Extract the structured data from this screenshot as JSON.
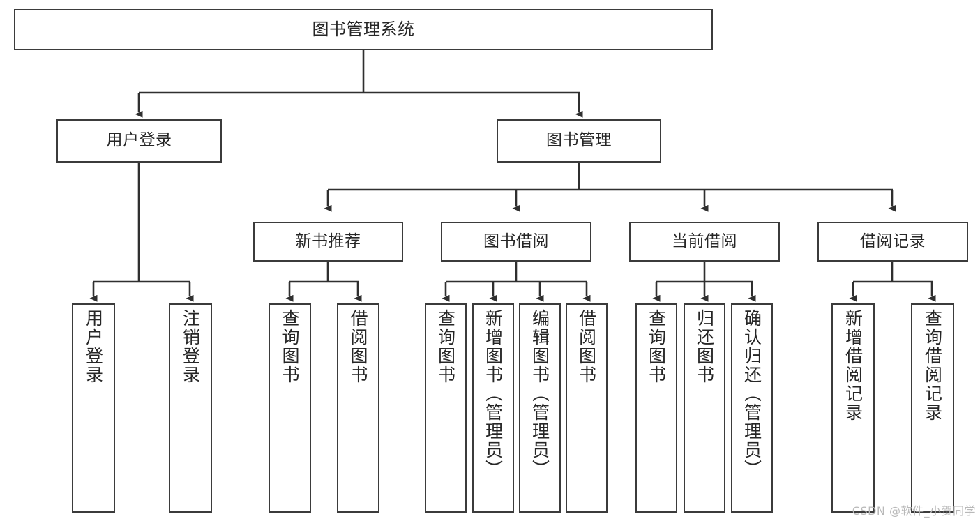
{
  "diagram": {
    "type": "tree-hierarchy-chart",
    "title": "图书管理系统",
    "root": {
      "label": "图书管理系统"
    },
    "level2": [
      {
        "label": "用户登录"
      },
      {
        "label": "图书管理"
      }
    ],
    "level3": [
      {
        "label": "新书推荐"
      },
      {
        "label": "图书借阅"
      },
      {
        "label": "当前借阅"
      },
      {
        "label": "借阅记录"
      }
    ],
    "leaves": {
      "user_login": [
        {
          "label": "用户登录"
        },
        {
          "label": "注销登录"
        }
      ],
      "new_book_recommend": [
        {
          "label": "查询图书"
        },
        {
          "label": "借阅图书"
        }
      ],
      "book_borrow": [
        {
          "label": "查询图书"
        },
        {
          "label": "新增图书（管理员）"
        },
        {
          "label": "编辑图书（管理员）"
        },
        {
          "label": "借阅图书"
        }
      ],
      "current_borrow": [
        {
          "label": "查询图书"
        },
        {
          "label": "归还图书"
        },
        {
          "label": "确认归还（管理员）"
        }
      ],
      "borrow_record": [
        {
          "label": "新增借阅记录"
        },
        {
          "label": "查询借阅记录"
        }
      ]
    }
  },
  "colors": {
    "stroke": "#3b3b3b",
    "text": "#262626",
    "background": "#ffffff",
    "watermark": "#b9b9b9"
  },
  "watermark": {
    "text": "CSDN @软件_小贺同学"
  }
}
